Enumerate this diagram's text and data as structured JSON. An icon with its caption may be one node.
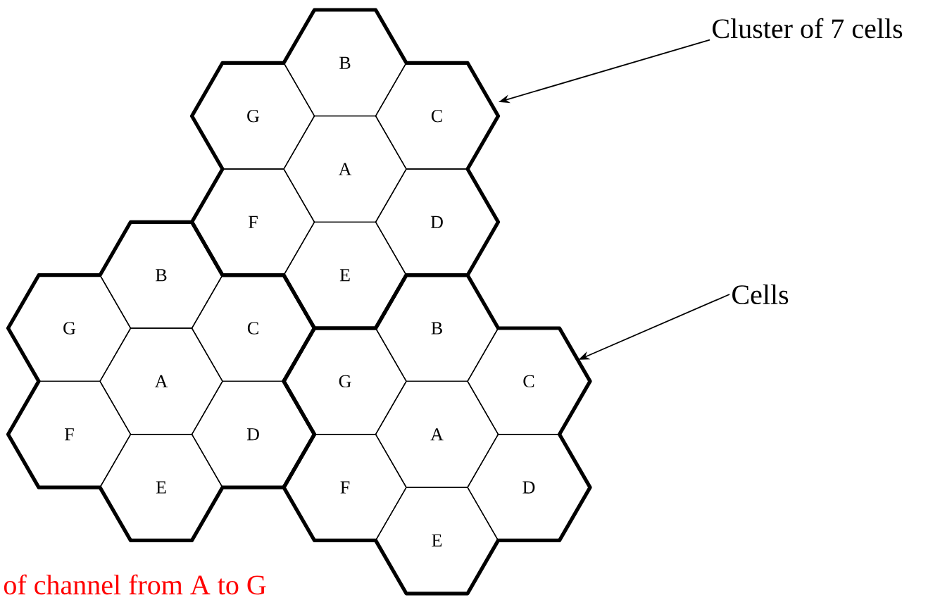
{
  "diagram": {
    "nodes": [
      {
        "text": [],
        "shape": "outline"
      },
      {
        "text": [
          "B"
        ],
        "in": 0
      },
      {
        "text": [
          "G"
        ],
        "in": 0
      },
      {
        "text": [
          "C"
        ],
        "in": 0
      },
      {
        "text": [
          "A"
        ],
        "in": 0
      },
      {
        "text": [
          "F"
        ],
        "in": 0
      },
      {
        "text": [
          "D"
        ],
        "in": 0
      },
      {
        "text": [
          "E"
        ],
        "in": 0
      },
      {
        "text": [],
        "shape": "outline"
      },
      {
        "text": [
          "B"
        ],
        "in": 8
      },
      {
        "text": [
          "G"
        ],
        "in": 8
      },
      {
        "text": [
          "C"
        ],
        "in": 8
      },
      {
        "text": [
          "A"
        ],
        "in": 8
      },
      {
        "text": [
          "F"
        ],
        "in": 8
      },
      {
        "text": [
          "D"
        ],
        "in": 8
      },
      {
        "text": [
          "E"
        ],
        "in": 8
      },
      {
        "text": [],
        "shape": "outline"
      },
      {
        "text": [
          "B"
        ],
        "in": 16
      },
      {
        "text": [
          "G"
        ],
        "in": 16
      },
      {
        "text": [
          "C"
        ],
        "in": 16
      },
      {
        "text": [
          "A"
        ],
        "in": 16
      },
      {
        "text": [
          "F"
        ],
        "in": 16
      },
      {
        "text": [
          "D"
        ],
        "in": 16
      },
      {
        "text": [
          "E"
        ],
        "in": 16
      },
      {
        "text": [
          "Cluster of 7 cells"
        ]
      },
      {
        "text": [
          "Cells"
        ]
      }
    ],
    "edges": [
      {
        "from": 24,
        "to": 0,
        "arrow": "to"
      },
      {
        "from": 25,
        "to": 19,
        "arrow": "to"
      }
    ],
    "labels": [
      "of channel from A to G"
    ]
  }
}
